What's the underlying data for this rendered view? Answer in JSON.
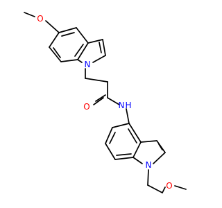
{
  "molecule": {
    "atom_labels": {
      "o_methoxy_top": "O",
      "n_indole_upper": "N",
      "o_carbonyl": "O",
      "n_amide": "N",
      "h_amide": "H",
      "n_indole_lower": "N",
      "o_methoxyethyl": "O"
    },
    "colors": {
      "carbon_bond": "#000000",
      "oxygen": "#ff0000",
      "nitrogen": "#0000ff"
    }
  }
}
